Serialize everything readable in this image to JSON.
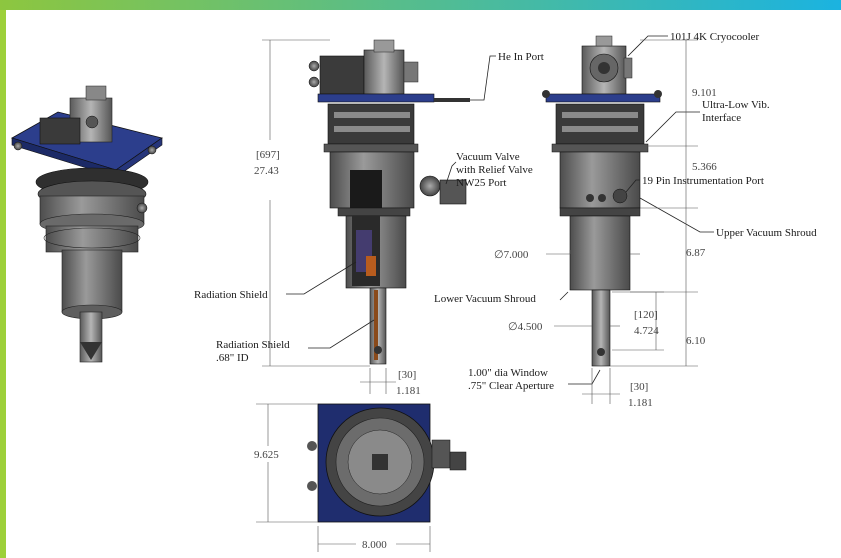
{
  "colors": {
    "top_bar_start": "#8dc63f",
    "top_bar_end": "#1bb3e0",
    "left_bar": "#9dd03a",
    "body_metal": "#7f7f7f",
    "body_dark": "#3a3a3a",
    "plate_blue": "#2c3e8c",
    "accent_orange": "#b85c1e"
  },
  "labels": {
    "he_in_port": "He In Port",
    "cryocooler": "101J 4K Cryocooler",
    "vacuum_valve_1": "Vacuum Valve",
    "vacuum_valve_2": "with Relief Valve",
    "vacuum_valve_3": "NW25 Port",
    "ulv_1": "Ultra-Low Vib.",
    "ulv_2": "Interface",
    "instr_port": "19 Pin Instrumentation Port",
    "upper_shroud": "Upper Vacuum Shroud",
    "radiation_shield": "Radiation Shield",
    "lower_shroud": "Lower Vacuum Shroud",
    "rad_shield_id_1": "Radiation Shield",
    "rad_shield_id_2": ".68\" ID",
    "window_1": "1.00\" dia Window",
    "window_2": ".75\" Clear Aperture"
  },
  "dimensions": {
    "height_mm": "[697]",
    "height_in": "27.43",
    "d_9101": "9.101",
    "d_5366": "5.366",
    "d_687": "6.87",
    "d_610": "6.10",
    "dia_7000": "∅7.000",
    "dia_4500": "∅4.500",
    "d_120_mm": "[120]",
    "d_4724": "4.724",
    "left_30_mm": "[30]",
    "left_1181": "1.181",
    "right_30_mm": "[30]",
    "right_1181": "1.181",
    "d_9625": "9.625",
    "d_8000": "8.000"
  }
}
